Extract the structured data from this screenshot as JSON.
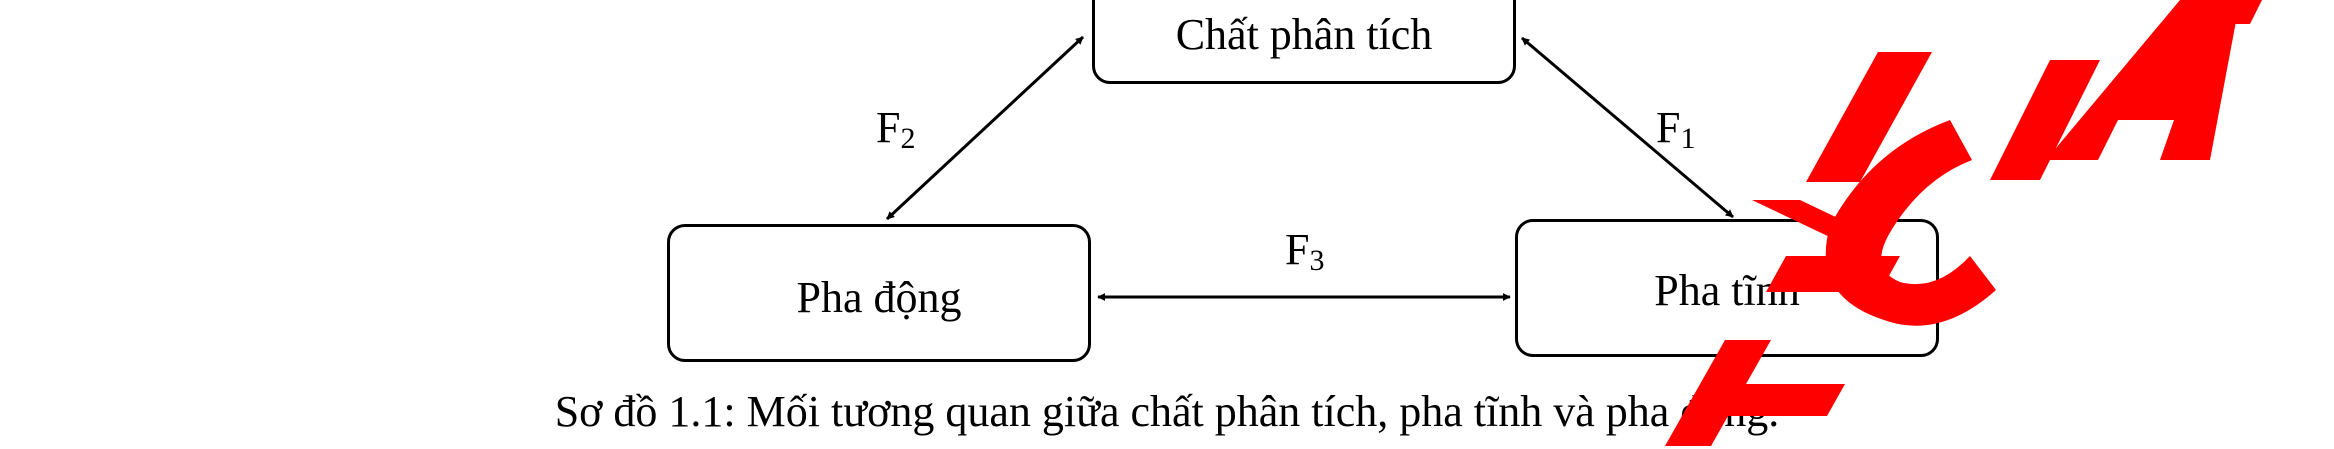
{
  "diagram": {
    "nodes": {
      "analyte": "Chất phân tích",
      "mobile_phase": "Pha động",
      "stationary_phase": "Pha tĩnh"
    },
    "edges": [
      {
        "from": "analyte",
        "to": "stationary_phase",
        "label": "F",
        "label_sub": "1"
      },
      {
        "from": "analyte",
        "to": "mobile_phase",
        "label": "F",
        "label_sub": "2"
      },
      {
        "from": "mobile_phase",
        "to": "stationary_phase",
        "label": "F",
        "label_sub": "3"
      }
    ],
    "caption": "Sơ đồ 1.1: Mối tương quan giữa chất phân tích, pha tĩnh và pha động."
  },
  "watermark": {
    "color": "#ff0000",
    "note": "stamp lettering partially visible: FICIA"
  }
}
